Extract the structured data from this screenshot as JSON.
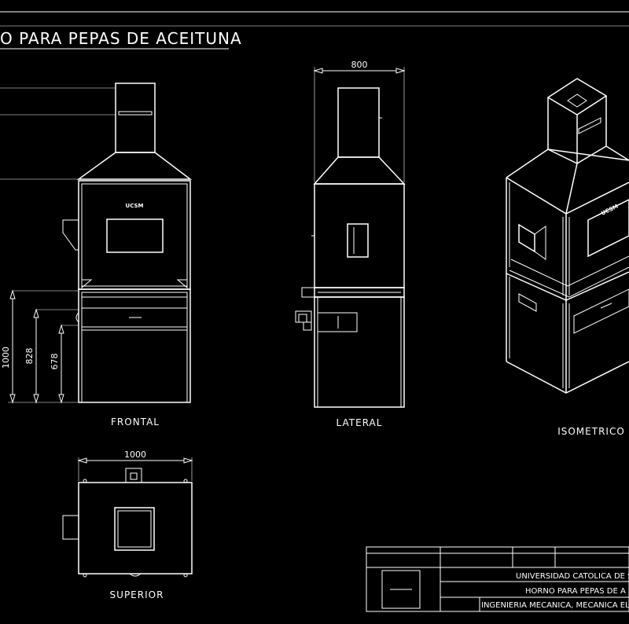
{
  "drawing": {
    "title": "O PARA PEPAS DE ACEITUNA",
    "brand_label": "UCSM",
    "views": {
      "frontal": "FRONTAL",
      "lateral": "LATERAL",
      "isometric": "ISOMETRICO",
      "superior": "SUPERIOR"
    },
    "dimensions": {
      "lateral_width": "800",
      "superior_width": "1000",
      "height_total": "1000",
      "height_mid": "828",
      "height_low": "678"
    },
    "title_block": {
      "institution": "UNIVERSIDAD CATOLICA DE SA",
      "project": "HORNO PARA PEPAS DE A",
      "school": "INGENIERIA MECANICA, MECANICA ELECTR"
    },
    "colors": {
      "background": "#000000",
      "lines": "#ffffff"
    }
  }
}
